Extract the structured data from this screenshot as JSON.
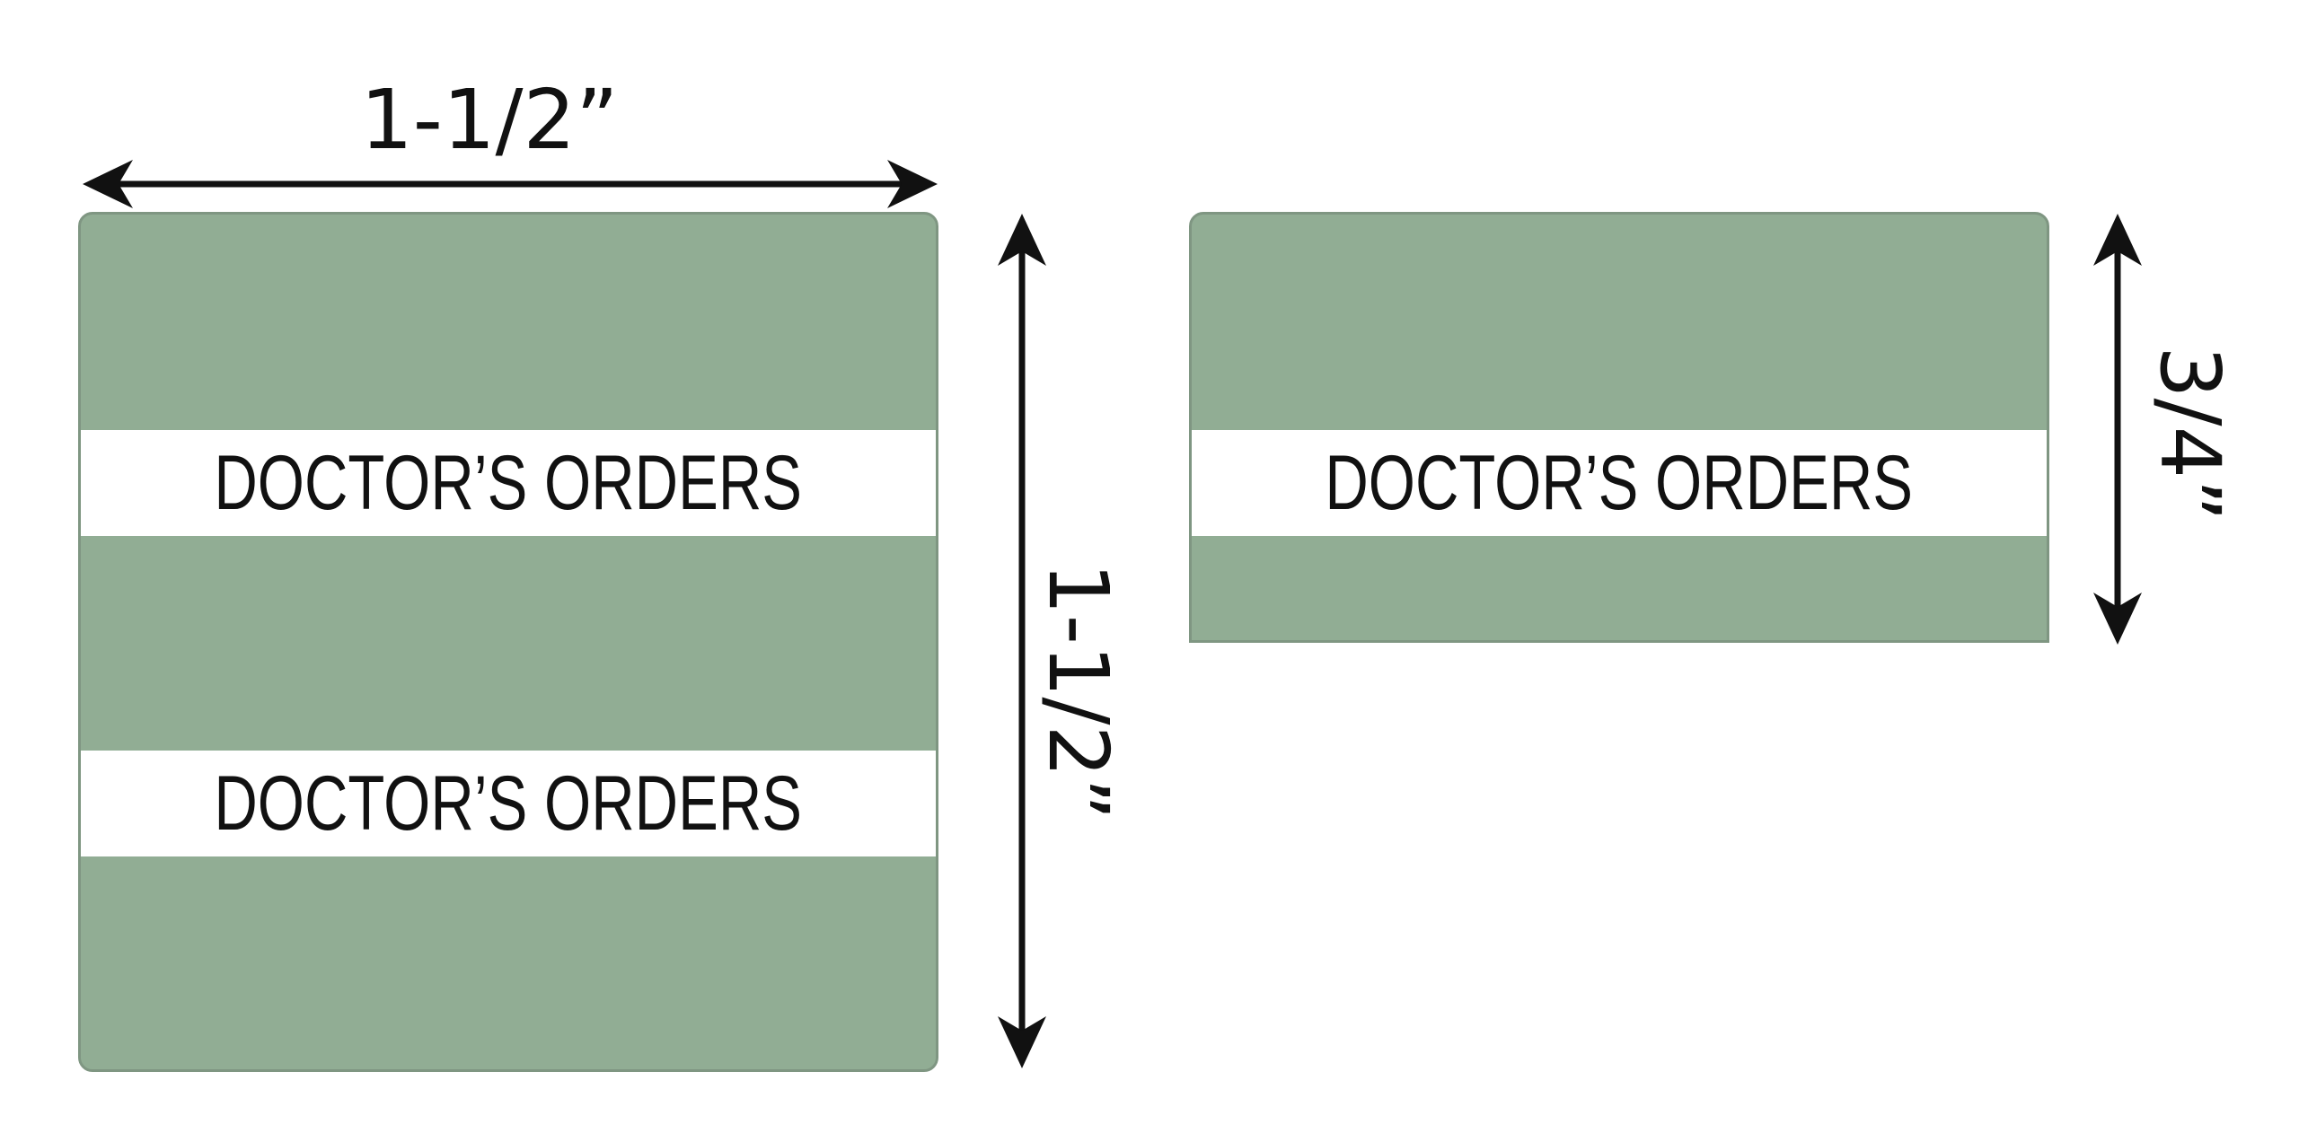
{
  "dimensions": {
    "square_width": "1-1/2”",
    "square_height": "1-1/2”",
    "rect_height": "3/4”"
  },
  "labels": {
    "square_band_1": "DOCTOR’S ORDERS",
    "square_band_2": "DOCTOR’S ORDERS",
    "rect_band_1": "DOCTOR’S ORDERS"
  },
  "colors": {
    "label_green": "#91ad94",
    "band_white": "#ffffff",
    "text": "#111111"
  }
}
